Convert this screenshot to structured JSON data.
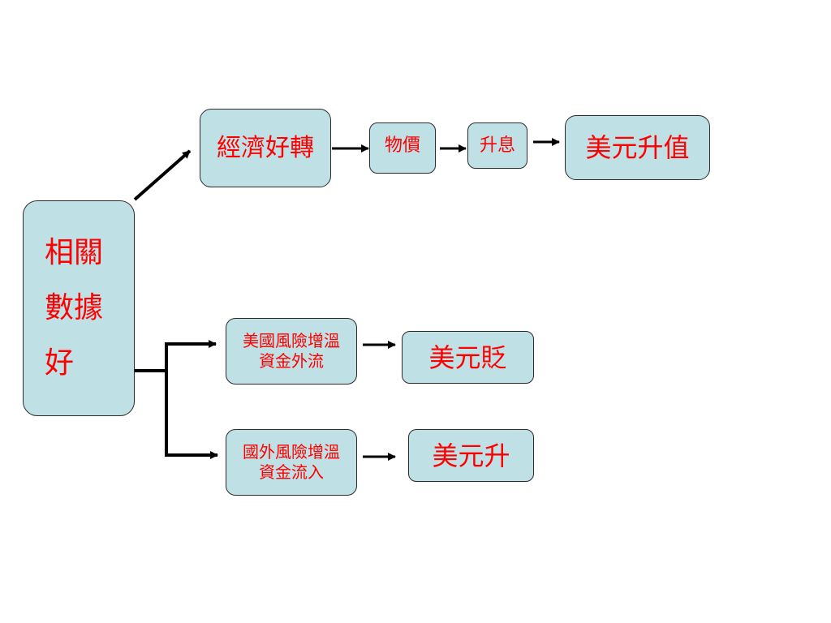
{
  "nodes": {
    "source": "相關數據好",
    "economy": "經濟好轉",
    "prices": "物價",
    "rate_hike": "升息",
    "usd_appreciate": "美元升值",
    "us_risk_line1": "美國風險增溫",
    "us_risk_line2": "資金外流",
    "usd_depreciate": "美元貶",
    "foreign_risk_line1": "國外風險增溫",
    "foreign_risk_line2": "資金流入",
    "usd_rise": "美元升"
  }
}
